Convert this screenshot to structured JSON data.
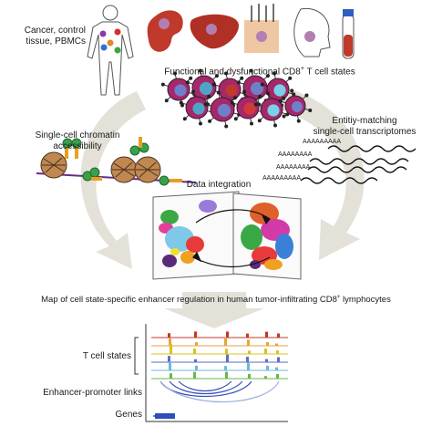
{
  "labels": {
    "sources": [
      "Cancer, control",
      "tissue, PBMCs"
    ],
    "functional_states": "Functional and dysfunctional CD8",
    "functional_states_sup": "+",
    "functional_states_tail": " T cell states",
    "chromatin": [
      "Single-cell chromatin",
      "accessibility"
    ],
    "transcriptome": [
      "Entitiy-matching",
      "single-cell transcriptomes"
    ],
    "data_integration": "Data integration",
    "map": "Map of cell state-specific enhancer regulation in human tumor-infiltrating CD8",
    "map_sup": "+",
    "map_tail": " lymphocytes",
    "t_cell_states": "T cell states",
    "enhancer_promoter": "Enhancer-promoter links",
    "genes": "Genes",
    "poly_a": [
      "AAAAAAAAA",
      "AAAAAAAA",
      "AAAAAAAA",
      "AAAAAAAAA"
    ]
  },
  "colors": {
    "arrow": "#e3e1d8",
    "cell_body": "#a4286a",
    "cell_nucleus": "#6f7fc8",
    "track_red": "#c0392b",
    "track_orange": "#e8a33b",
    "track_yellow": "#d8c21f",
    "track_blue": "#5b6ec7",
    "track_lightblue": "#6fb8d8",
    "track_green": "#6bb64a",
    "link_blue": "#3a52b8",
    "gene": "#2c4fb8"
  }
}
